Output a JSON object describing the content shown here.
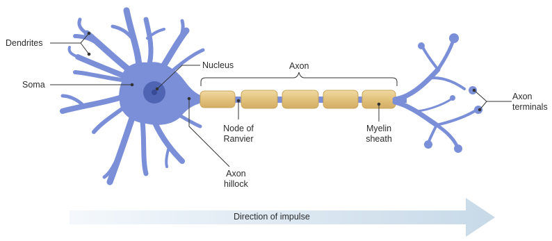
{
  "labels": {
    "dendrites": "Dendrites",
    "soma": "Soma",
    "nucleus": "Nucleus",
    "axon": "Axon",
    "node_of_ranvier": [
      "Node of",
      "Ranvier"
    ],
    "axon_hillock": [
      "Axon",
      "hillock"
    ],
    "myelin_sheath": [
      "Myelin",
      "sheath"
    ],
    "axon_terminals": [
      "Axon",
      "terminals"
    ]
  },
  "impulse_arrow": {
    "label": "Direction of impulse"
  },
  "colors": {
    "neuron_body": "#7a8fd8",
    "neuron_outline": "#6a7ecb",
    "nucleus": "#4f64b3",
    "nucleolus": "#384b98",
    "myelin_fill": "#e6c88a",
    "myelin_stroke": "#c9a55a",
    "arrow_start": "#f2f7fb",
    "arrow_end": "#c9dbea",
    "leader_line": "#333333"
  }
}
